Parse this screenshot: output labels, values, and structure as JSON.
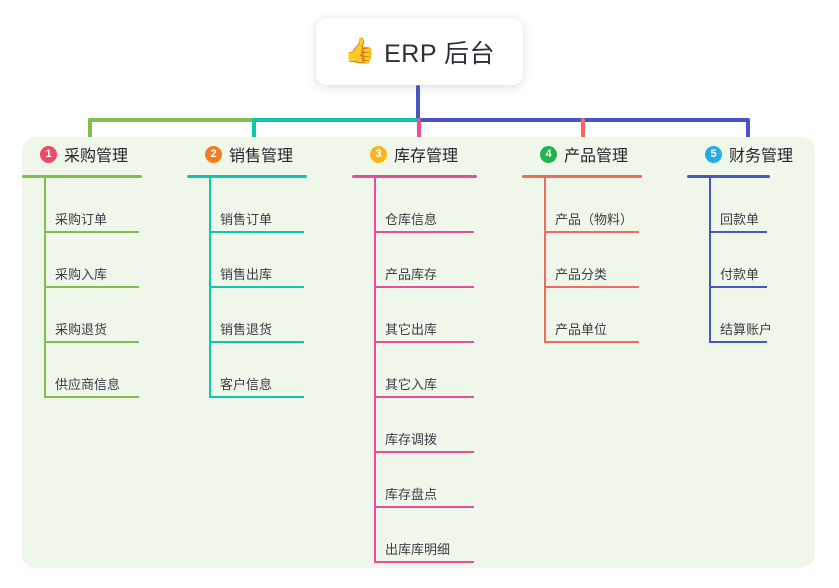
{
  "root": {
    "icon": "thumbs-up-emoji",
    "emoji": "👍",
    "title": "ERP 后台"
  },
  "colors": {
    "panel_bg": "#eff7ea",
    "card_bg": "#ffffff",
    "text": "#23262c",
    "root_stem": "#4a54c4",
    "col1_line": "#7fbe4f",
    "col2_line": "#10c6ad",
    "col3_line": "#ea4e9a",
    "col4_line": "#f4685f",
    "col5_line": "#4a54c4",
    "badge1": "#ef4a64",
    "badge2": "#f57c20",
    "badge3": "#f5b81c",
    "badge4": "#21b34e",
    "badge5": "#2aaae2"
  },
  "columns": [
    {
      "index": "1",
      "badge_color": "#ef4a64",
      "line_color": "#7fbe4f",
      "title": "采购管理",
      "items": [
        {
          "label": "采购订单"
        },
        {
          "label": "采购入库"
        },
        {
          "label": "采购退货"
        },
        {
          "label": "供应商信息"
        }
      ]
    },
    {
      "index": "2",
      "badge_color": "#f57c20",
      "line_color": "#10c6ad",
      "title": "销售管理",
      "items": [
        {
          "label": "销售订单"
        },
        {
          "label": "销售出库"
        },
        {
          "label": "销售退货"
        },
        {
          "label": "客户信息"
        }
      ]
    },
    {
      "index": "3",
      "badge_color": "#f5b81c",
      "line_color": "#ea4e9a",
      "title": "库存管理",
      "items": [
        {
          "label": "仓库信息"
        },
        {
          "label": "产品库存"
        },
        {
          "label": "其它出库"
        },
        {
          "label": "其它入库"
        },
        {
          "label": "库存调拨"
        },
        {
          "label": "库存盘点"
        },
        {
          "label": "出库库明细"
        }
      ]
    },
    {
      "index": "4",
      "badge_color": "#21b34e",
      "line_color": "#f4685f",
      "title": "产品管理",
      "items": [
        {
          "label": "产品（物料）"
        },
        {
          "label": "产品分类"
        },
        {
          "label": "产品单位"
        }
      ]
    },
    {
      "index": "5",
      "badge_color": "#2aaae2",
      "line_color": "#4a54c4",
      "title": "财务管理",
      "items": [
        {
          "label": "回款单"
        },
        {
          "label": "付款单"
        },
        {
          "label": "结算账户"
        }
      ]
    }
  ]
}
